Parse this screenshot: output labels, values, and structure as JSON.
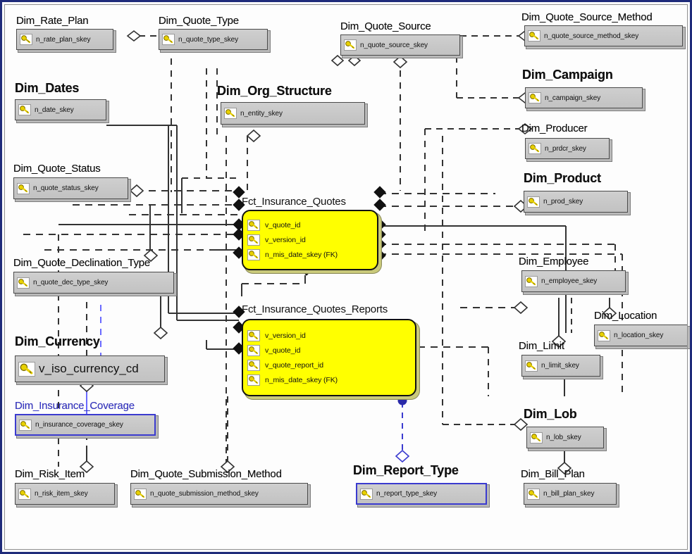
{
  "diagram": {
    "title": "Insurance Quotes Star Schema ER Diagram",
    "frame_color": "#1f2b7a",
    "fact_fill": "#ffff00",
    "dim_fill": "#c8c8c8",
    "highlight_color": "#3b3bcf"
  },
  "entities": [
    {
      "id": "dim_rate_plan",
      "name": "Dim_Rate_Plan",
      "attribute": "n_rate_plan_skey",
      "style": "normal"
    },
    {
      "id": "dim_quote_type",
      "name": "Dim_Quote_Type",
      "attribute": "n_quote_type_skey",
      "style": "normal"
    },
    {
      "id": "dim_quote_source",
      "name": "Dim_Quote_Source",
      "attribute": "n_quote_source_skey",
      "style": "normal"
    },
    {
      "id": "dim_quote_source_method",
      "name": "Dim_Quote_Source_Method",
      "attribute": "n_quote_source_method_skey",
      "style": "normal"
    },
    {
      "id": "dim_dates",
      "name": "Dim_Dates",
      "attribute": "n_date_skey",
      "style": "bold"
    },
    {
      "id": "dim_org_structure",
      "name": "Dim_Org_Structure",
      "attribute": "n_entity_skey",
      "style": "bold"
    },
    {
      "id": "dim_campaign",
      "name": "Dim_Campaign",
      "attribute": "n_campaign_skey",
      "style": "bold"
    },
    {
      "id": "dim_producer",
      "name": "Dim_Producer",
      "attribute": "n_prdcr_skey",
      "style": "normal"
    },
    {
      "id": "dim_quote_status",
      "name": "Dim_Quote_Status",
      "attribute": "n_quote_status_skey",
      "style": "normal"
    },
    {
      "id": "dim_product",
      "name": "Dim_Product",
      "attribute": "n_prod_skey",
      "style": "bold"
    },
    {
      "id": "dim_quote_declination_type",
      "name": "Dim_Quote_Declination_Type",
      "attribute": "n_quote_dec_type_skey",
      "style": "normal"
    },
    {
      "id": "dim_employee",
      "name": "Dim_Employee",
      "attribute": "n_employee_skey",
      "style": "normal"
    },
    {
      "id": "dim_location",
      "name": "Dim_Location",
      "attribute": "n_location_skey",
      "style": "normal"
    },
    {
      "id": "dim_currency",
      "name": "Dim_Currency",
      "attribute": "v_iso_currency_cd",
      "style": "bold-large"
    },
    {
      "id": "dim_limit",
      "name": "Dim_Limit",
      "attribute": "n_limit_skey",
      "style": "normal"
    },
    {
      "id": "dim_insurance_coverage",
      "name": "Dim_Insurance_Coverage",
      "attribute": "n_insurance_coverage_skey",
      "style": "blue"
    },
    {
      "id": "dim_lob",
      "name": "Dim_Lob",
      "attribute": "n_lob_skey",
      "style": "bold"
    },
    {
      "id": "dim_risk_item",
      "name": "Dim_Risk_Item",
      "attribute": "n_risk_item_skey",
      "style": "normal"
    },
    {
      "id": "dim_quote_submission_method",
      "name": "Dim_Quote_Submission_Method",
      "attribute": "n_quote_submission_method_skey",
      "style": "normal"
    },
    {
      "id": "dim_report_type",
      "name": "Dim_Report_Type",
      "attribute": "n_report_type_skey",
      "style": "bold-blueborder"
    },
    {
      "id": "dim_bill_plan",
      "name": "Dim_Bill_Plan",
      "attribute": "n_bill_plan_skey",
      "style": "normal"
    }
  ],
  "facts": [
    {
      "id": "fct_insurance_quotes",
      "name": "Fct_Insurance_Quotes",
      "attributes": [
        "v_quote_id",
        "v_version_id",
        "n_mis_date_skey (FK)"
      ]
    },
    {
      "id": "fct_insurance_quotes_reports",
      "name": "Fct_Insurance_Quotes_Reports",
      "attributes": [
        "v_version_id",
        "v_quote_id",
        "v_quote_report_id",
        "n_mis_date_skey (FK)"
      ]
    }
  ]
}
